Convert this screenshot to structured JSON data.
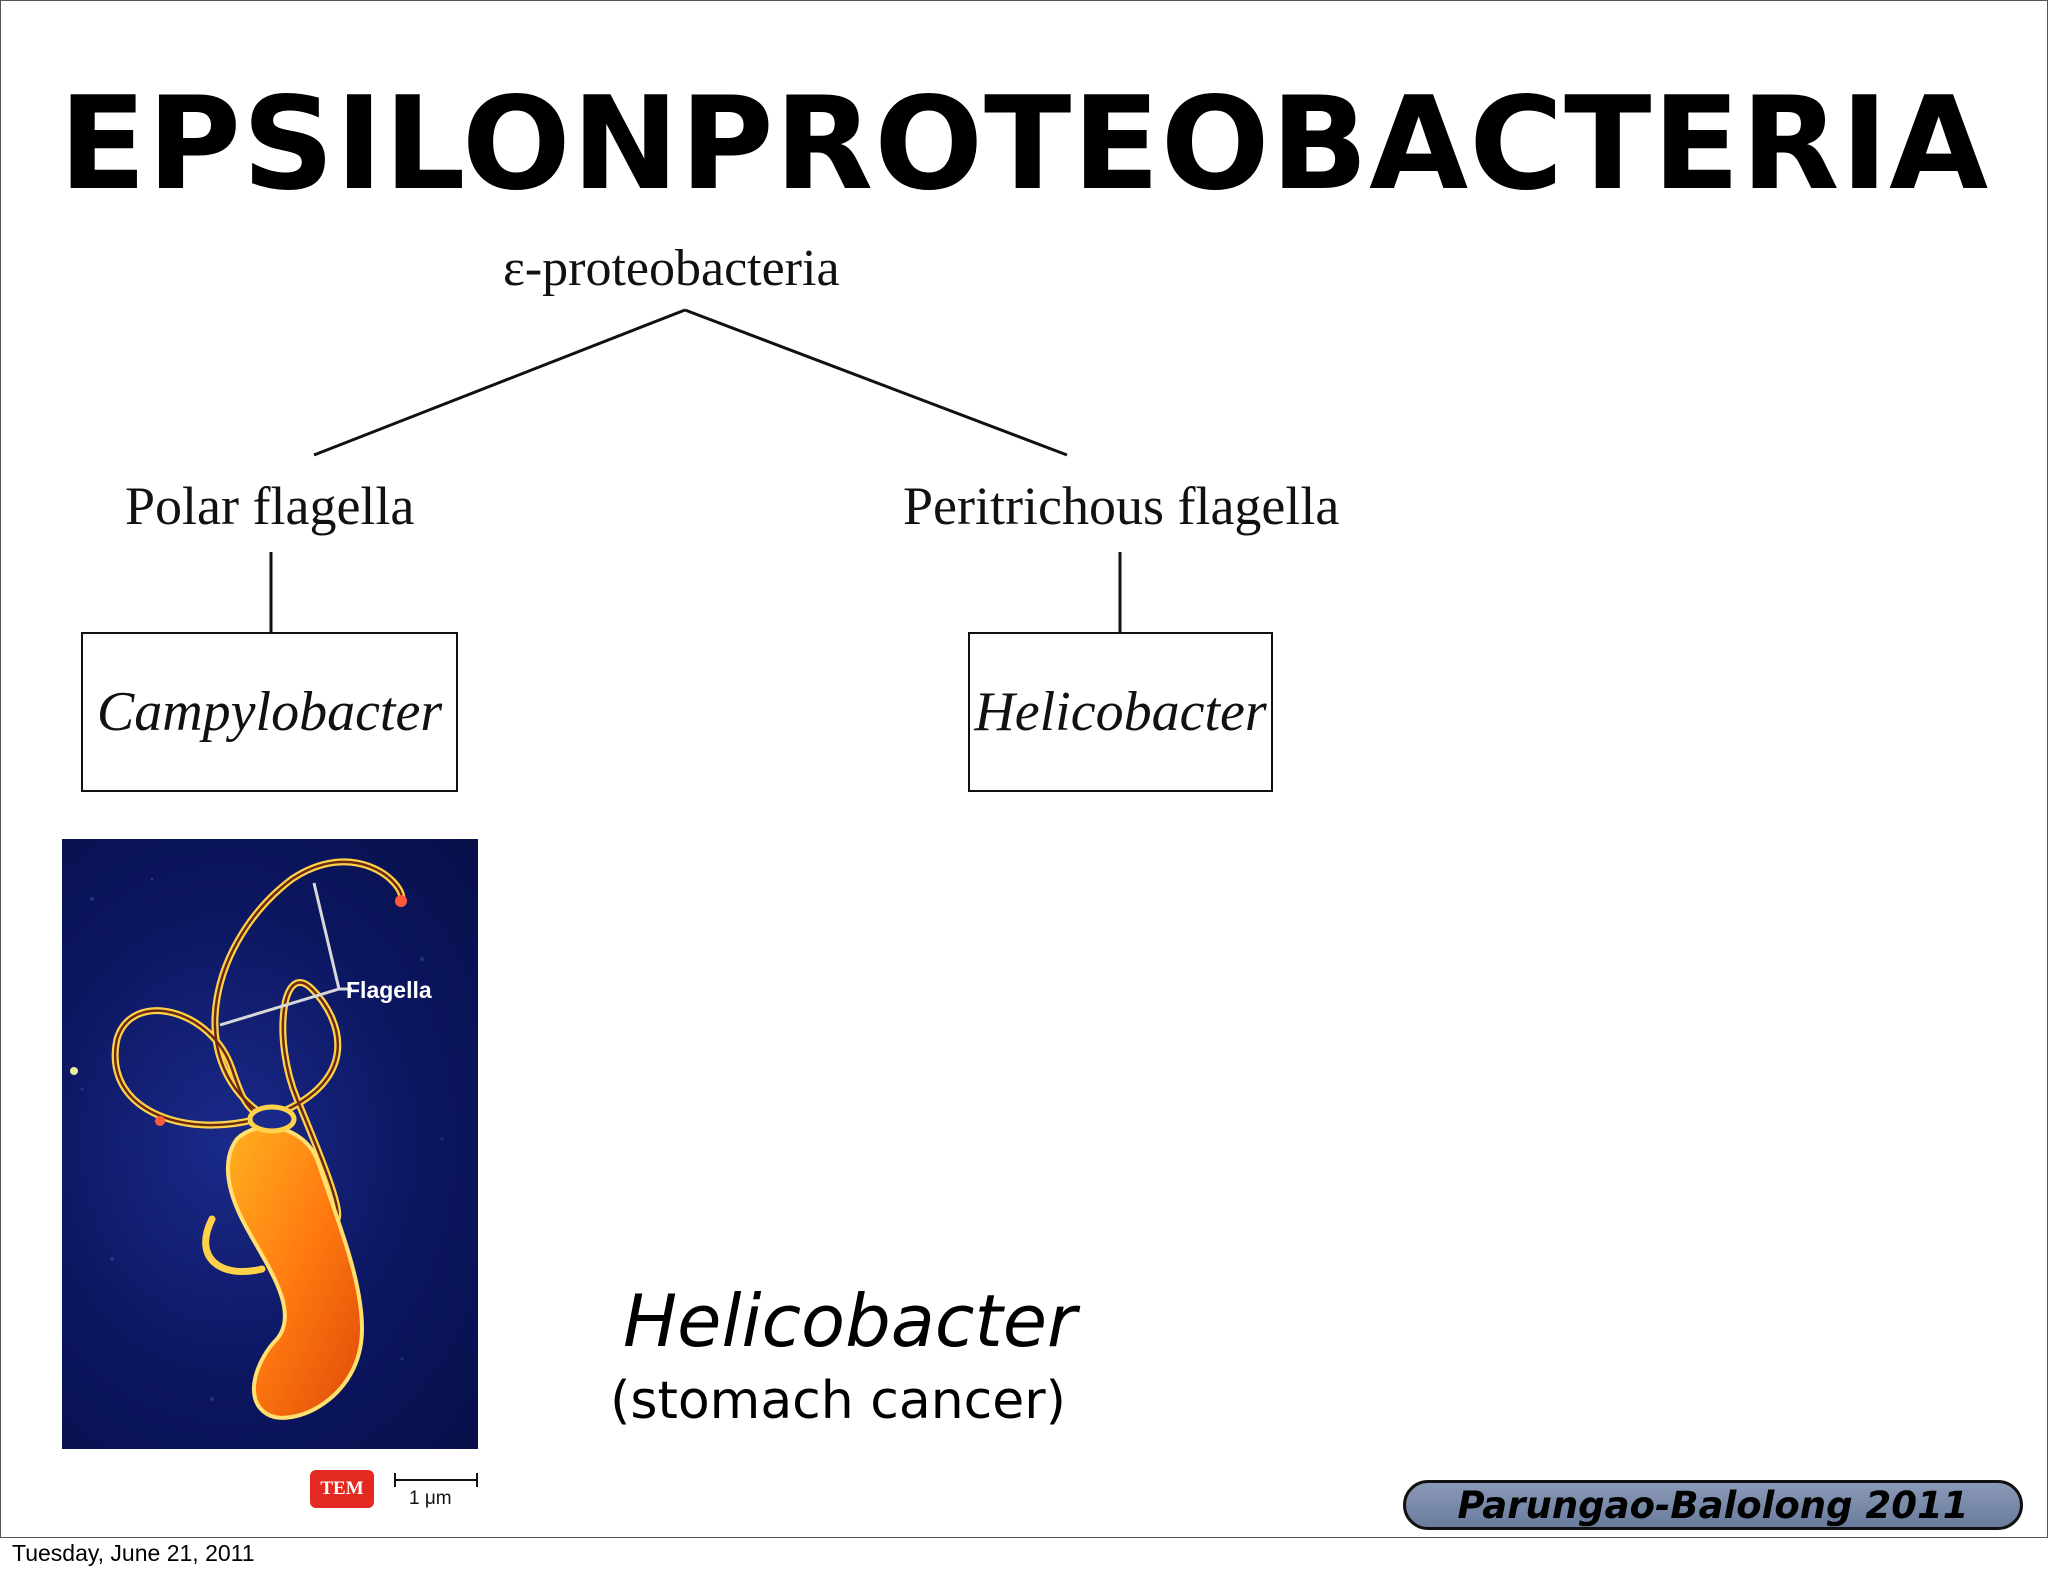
{
  "slide": {
    "title": "EPSILONPROTEOBACTERIA",
    "tree": {
      "root": "ε-proteobacteria",
      "branch_left": "Polar flagella",
      "branch_right": "Peritrichous flagella",
      "leaf_left": "Campylobacter",
      "leaf_right": "Helicobacter"
    },
    "micrograph": {
      "label": "Flagella",
      "badge": "TEM",
      "scale": "1 μm"
    },
    "caption": {
      "name": "Helicobacter",
      "note": "(stomach cancer)"
    },
    "credit": "Parungao-Balolong 2011"
  },
  "footer": {
    "date": "Tuesday, June 21, 2011"
  }
}
